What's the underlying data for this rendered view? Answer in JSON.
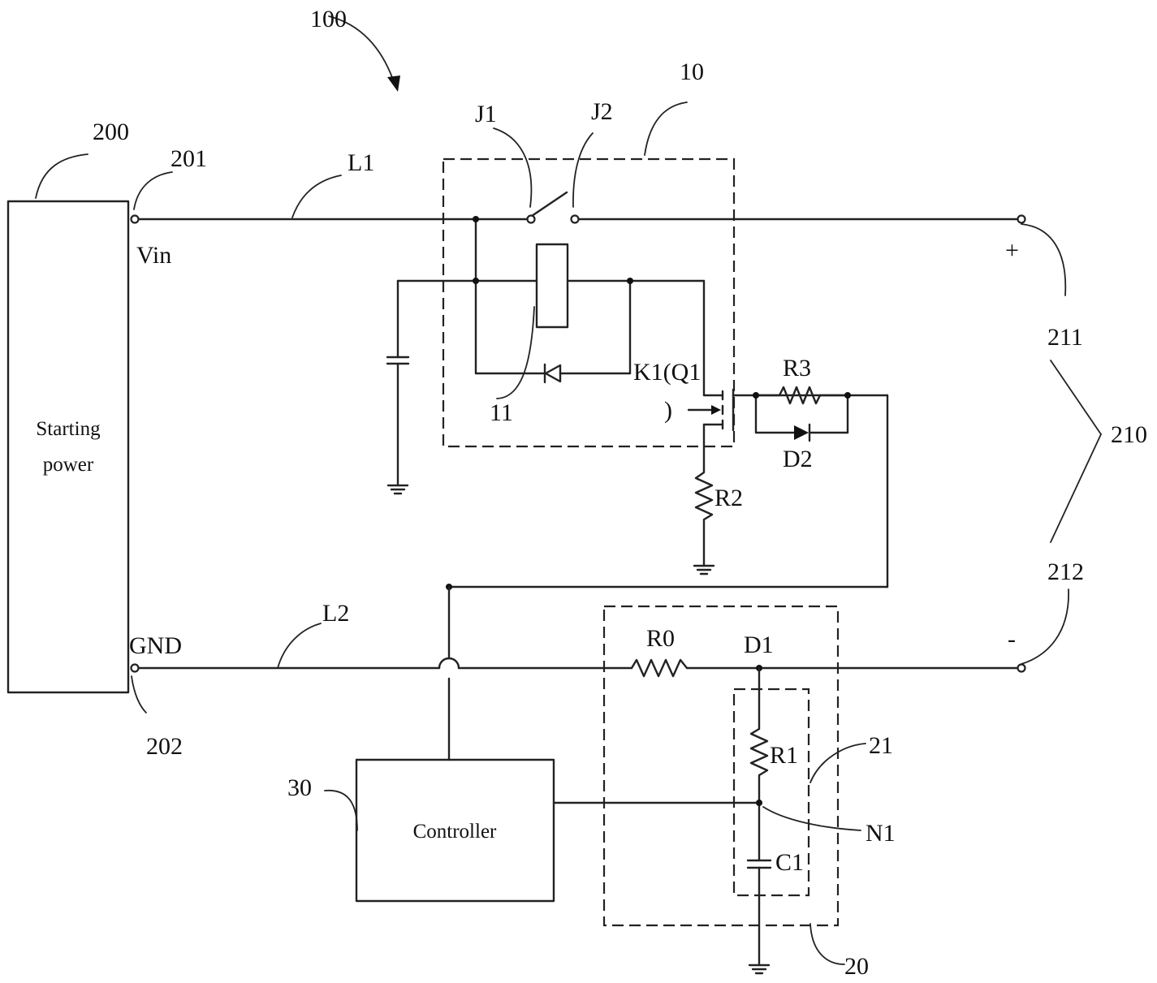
{
  "labels": {
    "system": "100",
    "switch_module": "10",
    "relay_coil": "11",
    "detect_module": "20",
    "rc_unit": "21",
    "controller_ref": "30",
    "starting_power_ref": "200",
    "terminal_in": "201",
    "terminal_gnd": "202",
    "output_port": "210",
    "output_pos": "211",
    "output_neg": "212",
    "line1": "L1",
    "line2": "L2",
    "contact1": "J1",
    "contact2": "J2",
    "switch_q1_a": "K1(Q1",
    "switch_q1_b": ")",
    "r0": "R0",
    "r1": "R1",
    "r2": "R2",
    "r3": "R3",
    "d1": "D1",
    "d2": "D2",
    "c1": "C1",
    "n1": "N1",
    "vin": "Vin",
    "gnd": "GND",
    "plus": "+",
    "minus": "-"
  },
  "blocks": {
    "starting_power_line1": "Starting",
    "starting_power_line2": "power",
    "controller": "Controller"
  }
}
